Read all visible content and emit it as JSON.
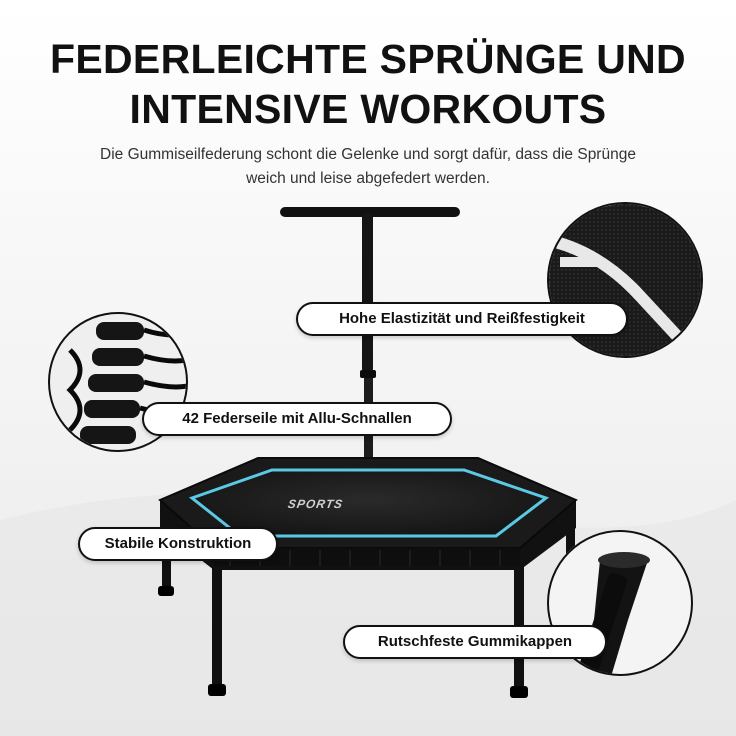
{
  "headline": {
    "line1": "FEDERLEICHTE SPRÜNGE UND",
    "line2": "INTENSIVE WORKOUTS"
  },
  "subline": "Die Gummiseilfederung schont die Gelenke und sorgt dafür, dass die Sprünge weich und leise abgefedert werden.",
  "callouts": {
    "elasticity": "Hohe Elastizität und Reißfestigkeit",
    "ropes": "42 Federseile mit Allu-Schnallen",
    "construction": "Stabile Konstruktion",
    "caps": "Rutschfeste Gummikappen"
  },
  "brand_logo": "SPORTS",
  "colors": {
    "accent": "#5bc8e6",
    "frame": "#111111",
    "mat": "#1e1e1e",
    "background": "#ffffff"
  }
}
